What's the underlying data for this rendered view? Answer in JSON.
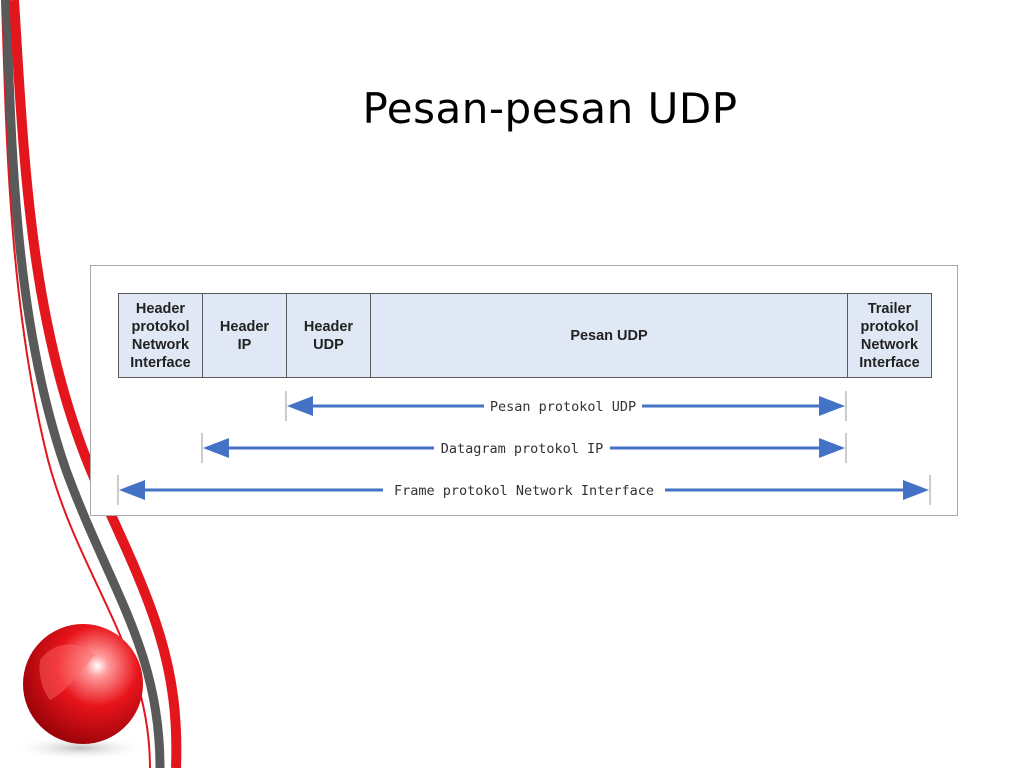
{
  "slide": {
    "title": "Pesan-pesan UDP"
  },
  "diagram": {
    "segments": [
      {
        "label": "Header\nprotokol\nNetwork\nInterface"
      },
      {
        "label": "Header\nIP"
      },
      {
        "label": "Header\nUDP"
      },
      {
        "label": "Pesan UDP"
      },
      {
        "label": "Trailer\nprotokol\nNetwork\nInterface"
      }
    ],
    "arrows": [
      {
        "label": "Pesan protokol UDP",
        "from_segment": 3,
        "to_segment": 4
      },
      {
        "label": "Datagram protokol IP",
        "from_segment": 2,
        "to_segment": 4
      },
      {
        "label": "Frame protokol Network Interface",
        "from_segment": 1,
        "to_segment": 5
      }
    ],
    "colors": {
      "segment_fill": "#e0e8f6",
      "arrow": "#4472c4"
    }
  },
  "decoration": {
    "colors": {
      "red": "#e3161d",
      "gray": "#595959"
    },
    "icons": [
      "red-globe-icon"
    ]
  }
}
